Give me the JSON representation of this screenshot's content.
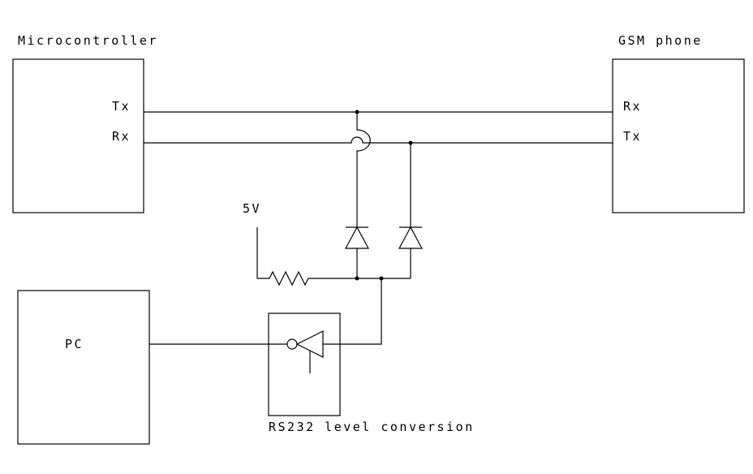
{
  "blocks": {
    "microcontroller": {
      "title": "Microcontroller",
      "tx": "Tx",
      "rx": "Rx"
    },
    "gsm_phone": {
      "title": "GSM phone",
      "rx": "Rx",
      "tx": "Tx"
    },
    "pc": {
      "title": "PC"
    },
    "rs232": {
      "title": "RS232 level conversion"
    }
  },
  "supply": {
    "label": "5V"
  },
  "colors": {
    "line": "#000000",
    "background": "#ffffff"
  }
}
